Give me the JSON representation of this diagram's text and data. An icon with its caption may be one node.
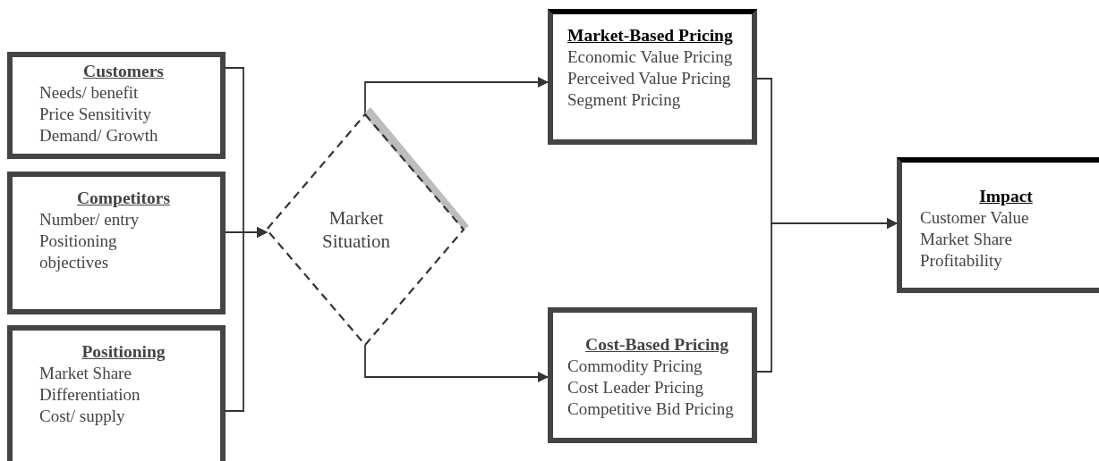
{
  "diagram": {
    "nodes": [
      {
        "text": [
          "Customers",
          "Needs/ benefit",
          "Price Sensitivity",
          "Demand/ Growth"
        ]
      },
      {
        "text": [
          "Competitors",
          "Number/ entry",
          "Positioning",
          "objectives"
        ]
      },
      {
        "text": [
          "Positioning",
          "Market Share",
          "Differentiation",
          "Cost/ supply"
        ]
      },
      {
        "text": [
          "Market Situation"
        ]
      },
      {
        "text": [
          "Market-Based Pricing",
          "Economic Value Pricing",
          "Perceived Value Pricing",
          "Segment Pricing"
        ]
      },
      {
        "text": [
          "Cost-Based Pricing",
          "Commodity Pricing",
          "Cost Leader Pricing",
          "Competitive Bid Pricing"
        ]
      },
      {
        "text": [
          "Impact",
          "Customer Value",
          "Market Share",
          "Profitability"
        ]
      }
    ],
    "edges": [
      {
        "from": 0,
        "to": 3,
        "arrow": "to"
      },
      {
        "from": 1,
        "to": 3,
        "arrow": "to"
      },
      {
        "from": 2,
        "to": 3,
        "arrow": "to"
      },
      {
        "from": 3,
        "to": 4,
        "arrow": "to"
      },
      {
        "from": 3,
        "to": 5,
        "arrow": "to"
      },
      {
        "from": 4,
        "to": 6,
        "arrow": "to"
      },
      {
        "from": 5,
        "to": 6,
        "arrow": "to"
      }
    ]
  }
}
